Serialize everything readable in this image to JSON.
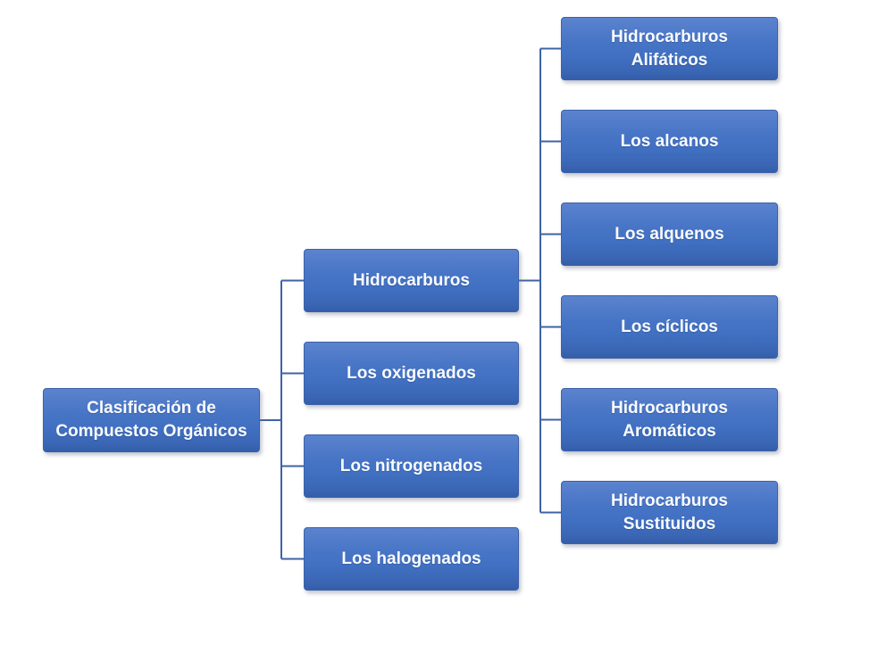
{
  "diagram": {
    "type": "hierarchy-org-chart",
    "background": "#FFFFFF",
    "colors": {
      "box_fill_top": "#5B83CE",
      "box_fill_main": "#4472C4",
      "box_fill_bottom": "#355EA9",
      "box_border": "#3C62A8",
      "connector_line": "#3F63A4",
      "text": "#FAFCFE"
    },
    "nodes": {
      "root": {
        "label": "Clasificación de\nCompuestos Orgánicos"
      },
      "level2": [
        {
          "label": "Hidrocarburos"
        },
        {
          "label": "Los oxigenados"
        },
        {
          "label": "Los nitrogenados"
        },
        {
          "label": "Los halogenados"
        }
      ],
      "level3": [
        {
          "label": "Hidrocarburos\nAlifáticos"
        },
        {
          "label": "Los alcanos"
        },
        {
          "label": "Los alquenos"
        },
        {
          "label": "Los cíclicos"
        },
        {
          "label": "Hidrocarburos\nAromáticos"
        },
        {
          "label": "Hidrocarburos\nSustituidos"
        }
      ]
    },
    "edges": [
      {
        "from": "root",
        "to": "Hidrocarburos"
      },
      {
        "from": "root",
        "to": "Los oxigenados"
      },
      {
        "from": "root",
        "to": "Los nitrogenados"
      },
      {
        "from": "root",
        "to": "Los halogenados"
      },
      {
        "from": "Hidrocarburos",
        "to": "Hidrocarburos Alifáticos"
      },
      {
        "from": "Hidrocarburos",
        "to": "Los alcanos"
      },
      {
        "from": "Hidrocarburos",
        "to": "Los alquenos"
      },
      {
        "from": "Hidrocarburos",
        "to": "Los cíclicos"
      },
      {
        "from": "Hidrocarburos",
        "to": "Hidrocarburos Aromáticos"
      },
      {
        "from": "Hidrocarburos",
        "to": "Hidrocarburos Sustituidos"
      }
    ]
  }
}
